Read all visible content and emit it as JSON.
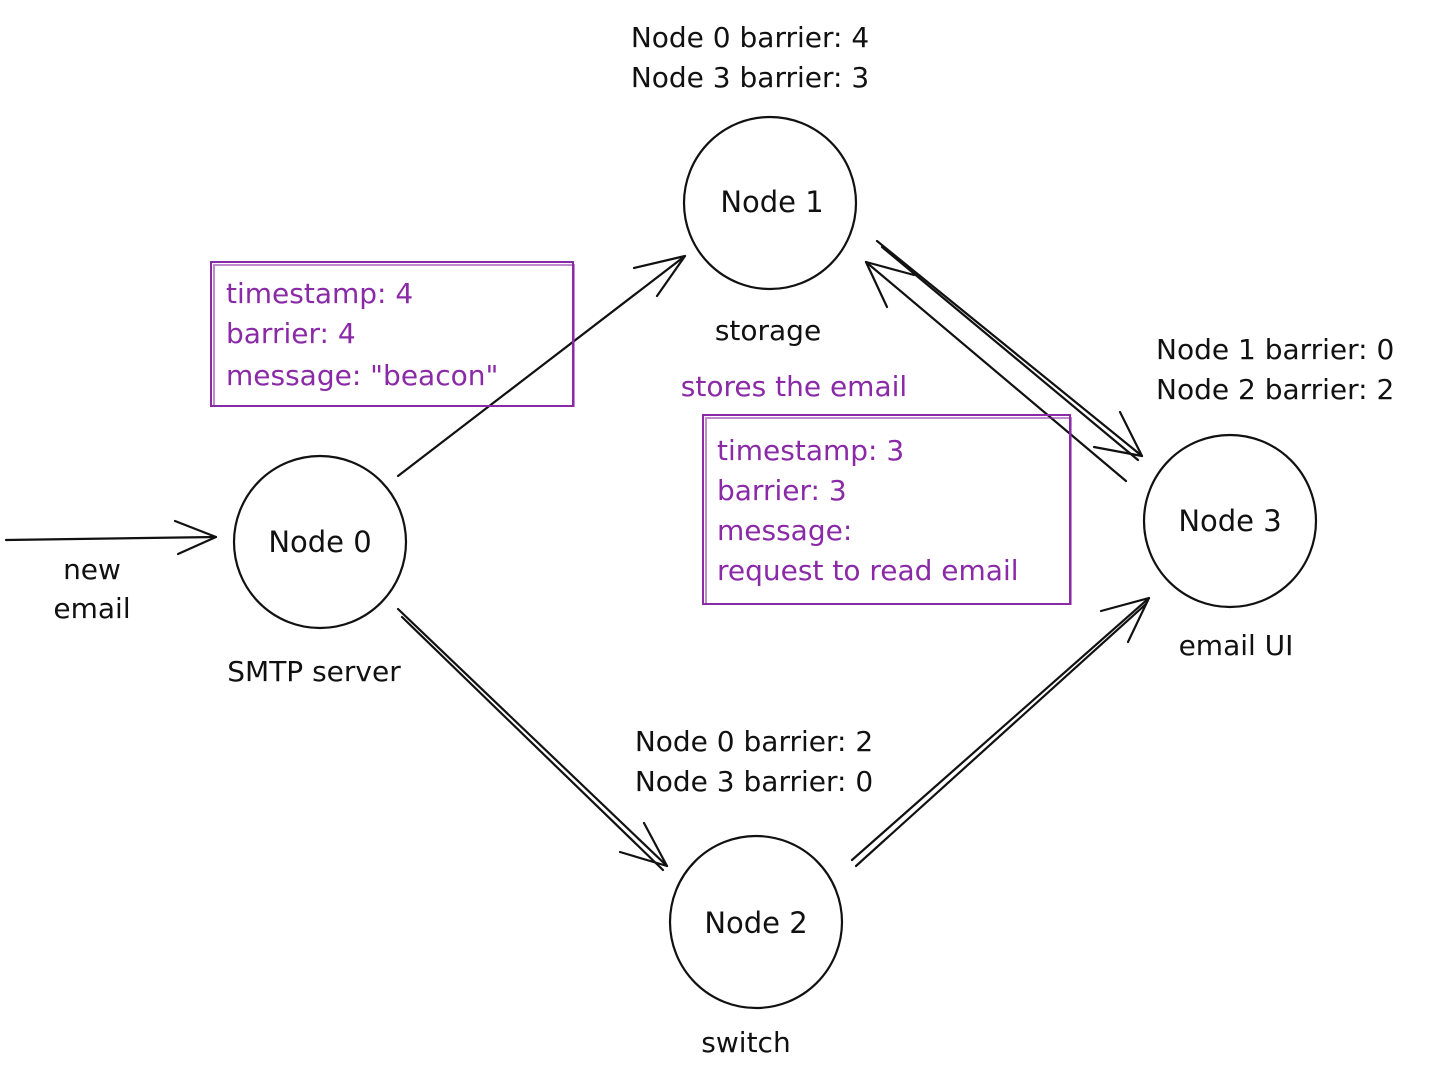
{
  "colors": {
    "ink": "#111111",
    "accent": "#8a2aa6",
    "background": "#ffffff"
  },
  "nodes": {
    "node0": {
      "label": "Node 0",
      "role": "SMTP server"
    },
    "node1": {
      "label": "Node 1",
      "role": "storage"
    },
    "node2": {
      "label": "Node 2",
      "role": "switch"
    },
    "node3": {
      "label": "Node 3",
      "role": "email UI"
    }
  },
  "barriers": {
    "node1": [
      "Node 0 barrier: 4",
      "Node 3 barrier: 3"
    ],
    "node2": [
      "Node 0 barrier: 2",
      "Node 3 barrier: 0"
    ],
    "node3": [
      "Node 1 barrier:  0",
      "Node 2 barrier: 2"
    ]
  },
  "input_label": [
    "new",
    "email"
  ],
  "annotation": "stores the email",
  "message_boxes": {
    "beacon": [
      "timestamp: 4",
      "barrier: 4",
      "message: \"beacon\""
    ],
    "request": [
      "timestamp: 3",
      "barrier: 3",
      "message:",
      "request to read email"
    ]
  }
}
